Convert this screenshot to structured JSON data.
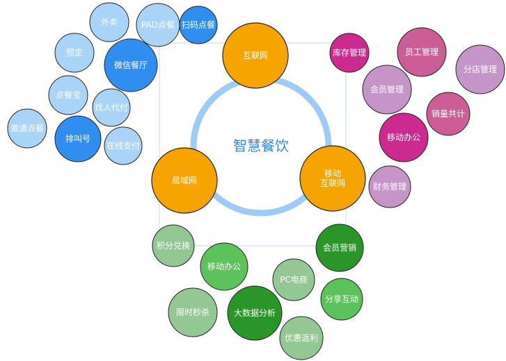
{
  "center": {
    "label": "智慧餐饮",
    "color": "#2f8ae0",
    "ring_color": "#9ecbf7"
  },
  "frame_color": "#b9dcfb",
  "hubs": [
    {
      "id": "hub-internet",
      "label": "互联网",
      "color": "#f5a400"
    },
    {
      "id": "hub-lan",
      "label": "局域网",
      "color": "#f5a400"
    },
    {
      "id": "hub-mobile-internet",
      "label": "移动\n互联网",
      "color": "#f5a400"
    }
  ],
  "groups": [
    {
      "name": "front-service",
      "items": [
        {
          "label": "外卖",
          "color": "#a9d4f7"
        },
        {
          "label": "PAD点餐",
          "color": "#a9d4f7"
        },
        {
          "label": "扫码点餐",
          "color": "#2f8ef0"
        },
        {
          "label": "预定",
          "color": "#a9d4f7"
        },
        {
          "label": "微信餐厅",
          "color": "#2f8ef0"
        },
        {
          "label": "点餐宝",
          "color": "#a9d4f7"
        },
        {
          "label": "找人代付",
          "color": "#a9d4f7"
        },
        {
          "label": "邀请点餐",
          "color": "#a9d4f7"
        },
        {
          "label": "排叫号",
          "color": "#2f8ef0"
        },
        {
          "label": "在线支付",
          "color": "#a9d4f7"
        }
      ]
    },
    {
      "name": "management",
      "items": [
        {
          "label": "库存管理",
          "color": "#cc2a8e"
        },
        {
          "label": "员工管理",
          "color": "#cc5e97"
        },
        {
          "label": "分店管理",
          "color": "#c695c8"
        },
        {
          "label": "会员管理",
          "color": "#c695c8"
        },
        {
          "label": "销量共计",
          "color": "#cc5e97"
        },
        {
          "label": "移动办公",
          "color": "#cc2a8e"
        },
        {
          "label": "财务管理",
          "color": "#c695c8"
        }
      ]
    },
    {
      "name": "marketing",
      "items": [
        {
          "label": "积分兑换",
          "color": "#93c893"
        },
        {
          "label": "会员营销",
          "color": "#2a962a"
        },
        {
          "label": "移动办公",
          "color": "#5cc35c"
        },
        {
          "label": "PC电商",
          "color": "#93c893"
        },
        {
          "label": "分享互动",
          "color": "#5cc35c"
        },
        {
          "label": "限时秒杀",
          "color": "#93c893"
        },
        {
          "label": "大数据分析",
          "color": "#2a962a"
        },
        {
          "label": "优惠返利",
          "color": "#93c893"
        }
      ]
    }
  ]
}
